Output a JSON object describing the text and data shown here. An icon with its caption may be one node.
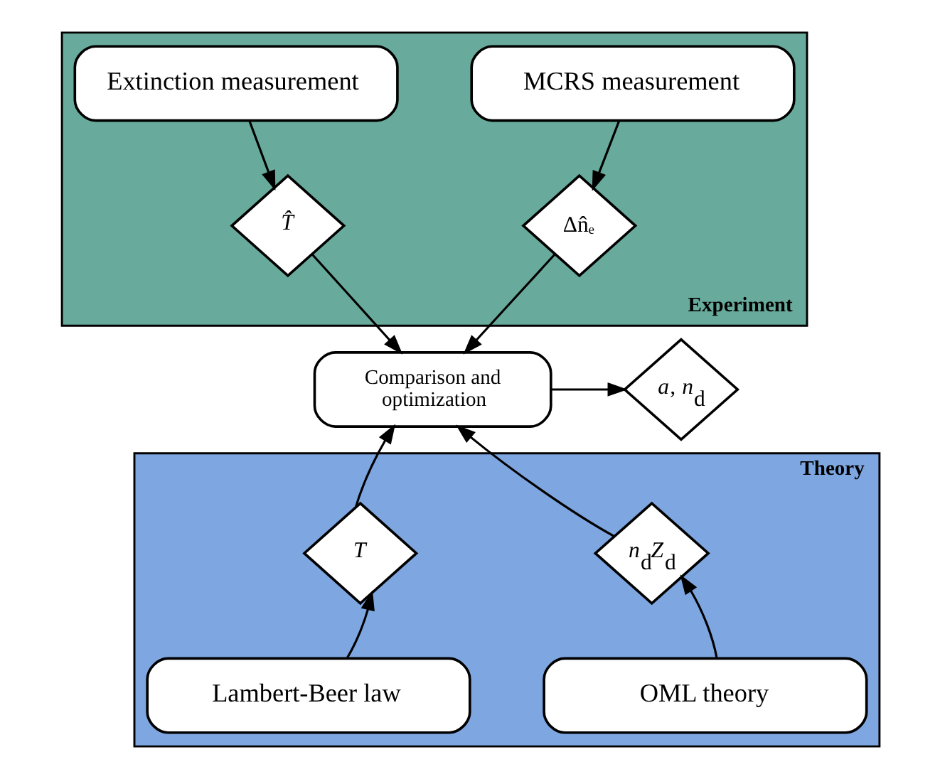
{
  "diagram": {
    "nodes": [
      {
        "text": [
          "Experiment"
        ]
      },
      {
        "text": [
          "MCRS measurement"
        ],
        "in": 0
      },
      {
        "text": [
          "Extinction measurement"
        ],
        "in": 0
      },
      {
        "text": [
          "Δn̂ₑ"
        ],
        "in": 0
      },
      {
        "text": [
          "*T̂*"
        ],
        "in": 0
      },
      {
        "text": [
          "Comparison and optimization"
        ]
      },
      {
        "text": [
          "*a*, *n*$_{d}$"
        ]
      },
      {
        "text": [
          "Theory"
        ]
      },
      {
        "text": [
          "*n*$_{d}$*Z*$_{d}$"
        ],
        "in": 7
      },
      {
        "text": [
          "*T*"
        ],
        "in": 7
      },
      {
        "text": [
          "OML theory"
        ],
        "in": 7
      },
      {
        "text": [
          "Lambert-Beer law"
        ],
        "in": 7
      }
    ],
    "edges": [
      {
        "from": 1,
        "to": 3,
        "arrow": "to"
      },
      {
        "from": 2,
        "to": 4,
        "arrow": "to"
      },
      {
        "from": 3,
        "to": 5,
        "arrow": "to"
      },
      {
        "from": 4,
        "to": 5,
        "arrow": "to"
      },
      {
        "from": 5,
        "to": 6,
        "arrow": "to"
      },
      {
        "from": 8,
        "to": 5,
        "arrow": "to"
      },
      {
        "from": 9,
        "to": 5,
        "arrow": "to"
      },
      {
        "from": 10,
        "to": 8,
        "arrow": "to"
      },
      {
        "from": 11,
        "to": 9,
        "arrow": "to"
      }
    ]
  }
}
